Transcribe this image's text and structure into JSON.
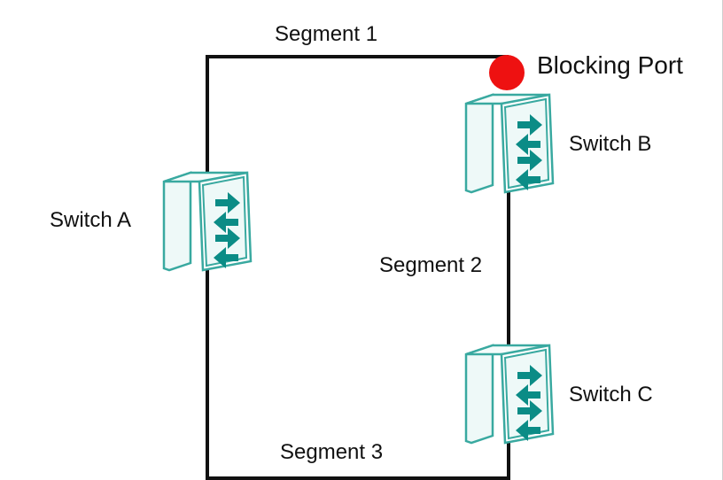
{
  "segments": {
    "segment_1": "Segment 1",
    "segment_2": "Segment 2",
    "segment_3": "Segment 3"
  },
  "switches": {
    "switch_a": "Switch A",
    "switch_b": "Switch B",
    "switch_c": "Switch C"
  },
  "blocking_port": {
    "label": "Blocking Port",
    "color": "#ee1111"
  },
  "colors": {
    "link": "#111111",
    "switch_body": "#eef9f8",
    "switch_outline": "#39a9a0",
    "arrow": "#0b8c86"
  },
  "icons": {
    "switch": "network-switch-icon"
  }
}
